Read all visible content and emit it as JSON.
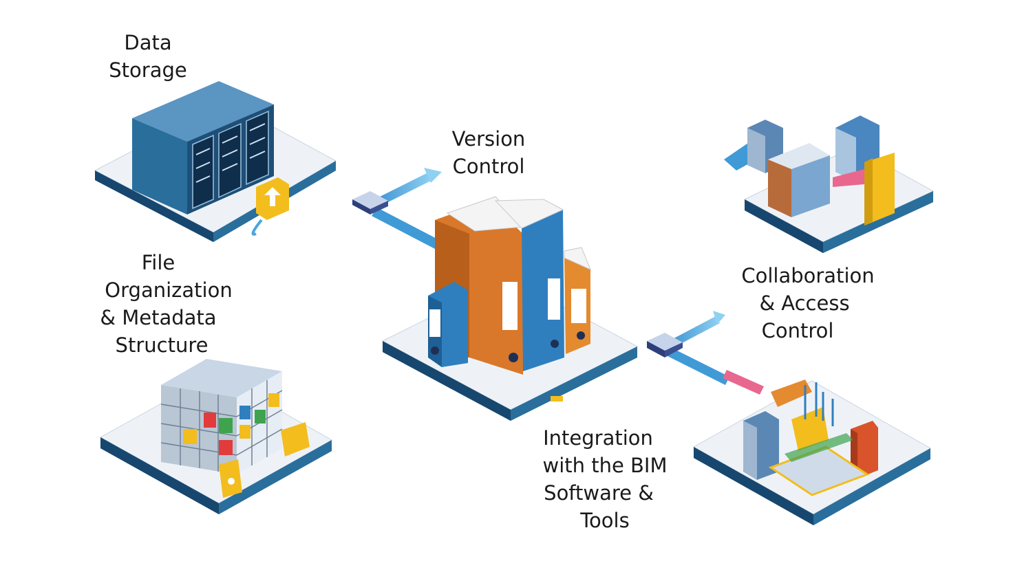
{
  "labels": {
    "data_storage": [
      "Data",
      "Storage"
    ],
    "version_control": [
      "Version",
      "Control"
    ],
    "file_organization": [
      "File",
      "Organization",
      "& Metadata",
      "Structure"
    ],
    "collaboration": [
      "Collaboration",
      "& Access",
      "Control"
    ],
    "integration": [
      "Integration",
      "with the BIM",
      "Software &",
      "Tools"
    ]
  },
  "colors": {
    "platform_top": "#eef2f7",
    "platform_side": "#1f5a8a",
    "server_blue": "#2a6e9c",
    "binder_orange": "#d9782a",
    "binder_blue": "#2f7fbf",
    "accent_yellow": "#f2bd1d",
    "arrow_blue": "#4aa6dc",
    "connector_navy": "#2c3f7a",
    "pink": "#e8678e"
  },
  "icons": [
    "server-rack-icon",
    "upload-badge-icon",
    "binder-stack-icon",
    "office-buildings-icon",
    "grid-cube-icon",
    "bim-site-icon",
    "connector-node-icon"
  ]
}
